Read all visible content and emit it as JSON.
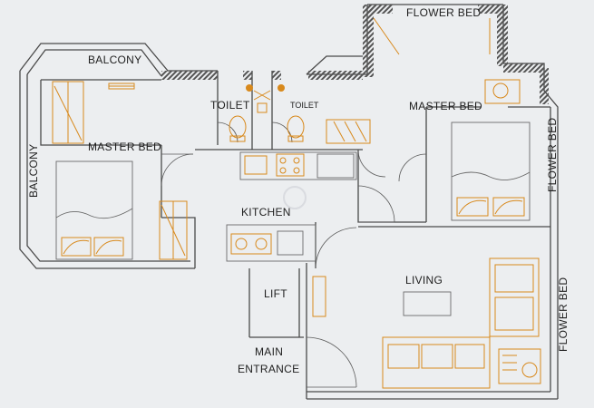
{
  "plan": {
    "rooms": {
      "flower_bed_top": "FLOWER BED",
      "balcony_top": "BALCONY",
      "balcony_left": "BALCONY",
      "master_bed_left": "MASTER BED",
      "master_bed_right": "MASTER BED",
      "toilet_left": "TOILET",
      "toilet_right": "TOILET",
      "kitchen": "KITCHEN",
      "flower_bed_right_upper": "FLOWER BED",
      "flower_bed_right_lower": "FLOWER BED",
      "living": "LIVING",
      "lift": "LIFT",
      "main": "MAIN",
      "entrance": "ENTRANCE"
    },
    "colors": {
      "wall": "#4a4a4a",
      "furniture": "#d8891c",
      "background": "#eceef0"
    }
  }
}
